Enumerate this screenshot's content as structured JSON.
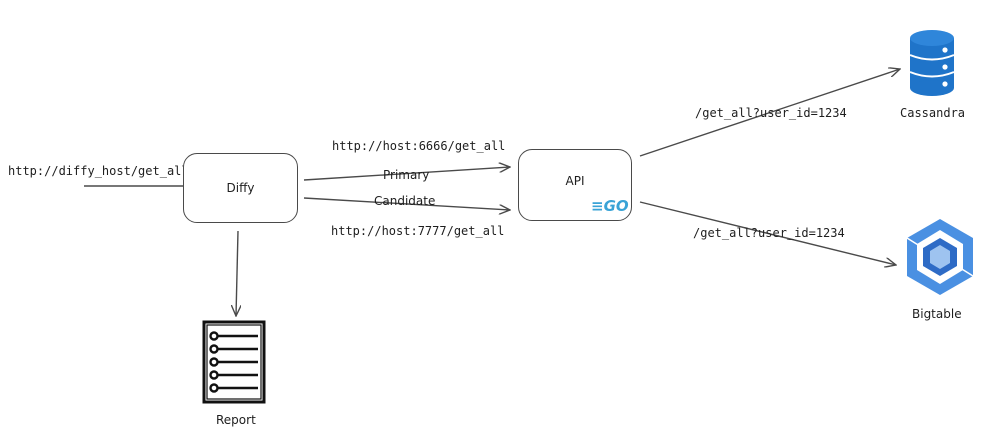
{
  "diagram": {
    "input_url": "http://diffy_host/get_all",
    "nodes": {
      "diffy": "Diffy",
      "api": "API",
      "cassandra": "Cassandra",
      "bigtable": "Bigtable",
      "report": "Report"
    },
    "edges": {
      "primary_url": "http://host:6666/get_all",
      "primary_label": "Primary",
      "candidate_label": "Candidate",
      "candidate_url": "http://host:7777/get_all",
      "cassandra_query": "/get_all?user_id=1234",
      "bigtable_query": "/get_all?user_id=1234"
    },
    "go_logo_text": "GO",
    "colors": {
      "stroke": "#4a4a4a",
      "db_blue": "#1f74c9",
      "bigtable_blue": "#4a90e2",
      "go_blue": "#3aa3d6"
    },
    "icons": {
      "cassandra": "database-cylinder-icon",
      "bigtable": "bigtable-hexagon-icon",
      "report": "report-document-icon",
      "go": "go-logo-icon"
    }
  }
}
